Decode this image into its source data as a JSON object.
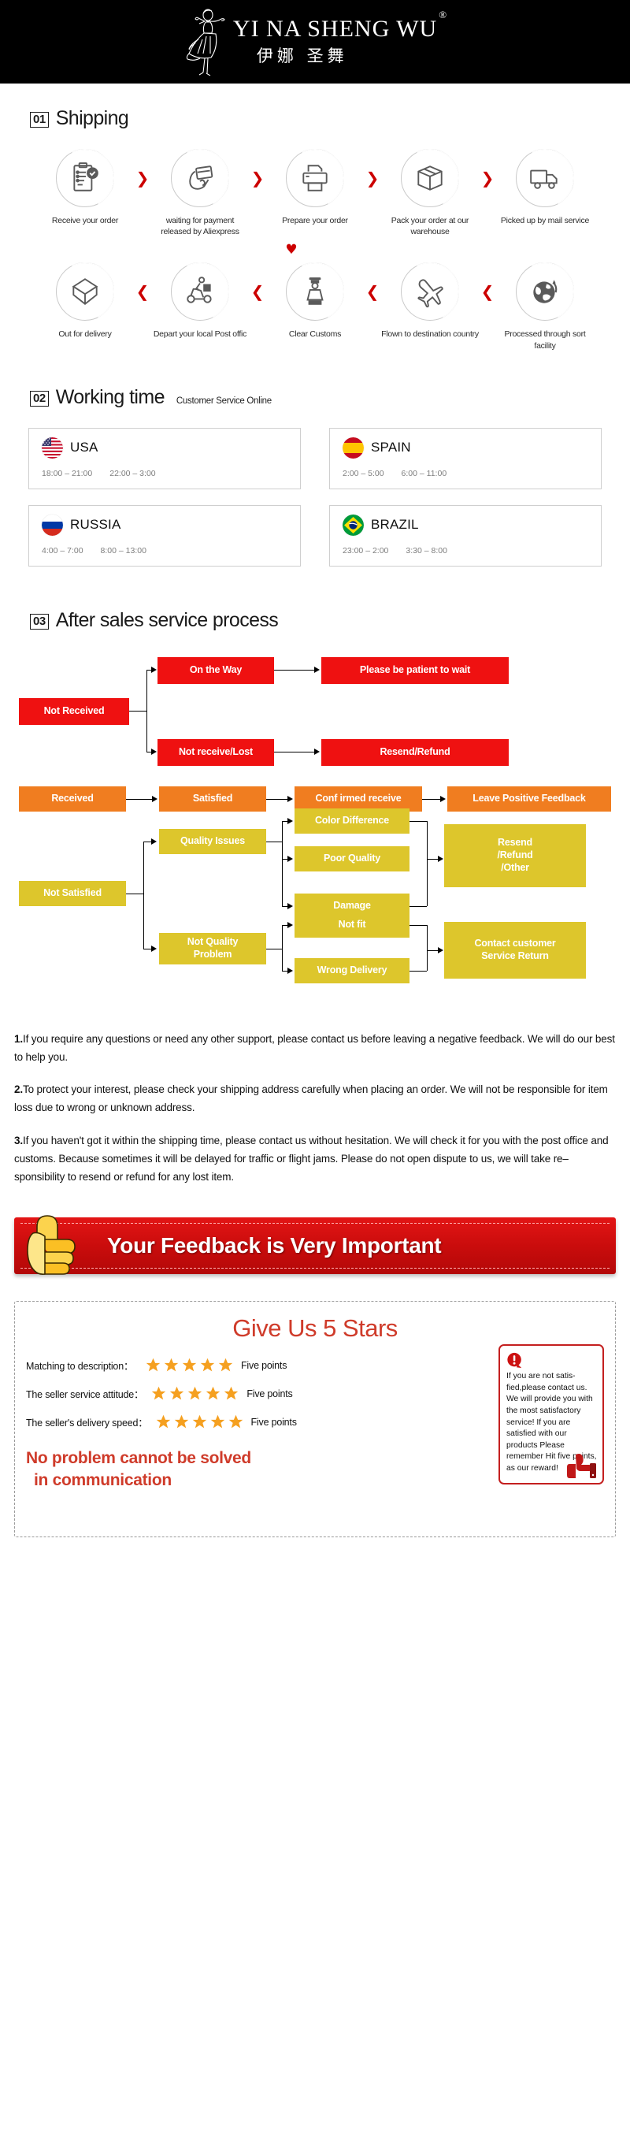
{
  "header": {
    "brand_en": "YI NA SHENG WU",
    "registered_mark": "®",
    "brand_cn": "伊娜 圣舞",
    "logo_icon": "dancing-woman-logo"
  },
  "shipping": {
    "number": "01",
    "title": "Shipping",
    "row1": [
      {
        "icon": "clipboard-check-icon",
        "label": "Receive your order"
      },
      {
        "icon": "hand-card-icon",
        "label": "waiting for payment released by Aliexpress"
      },
      {
        "icon": "printer-icon",
        "label": "Prepare your order"
      },
      {
        "icon": "box-package-icon",
        "label": "Pack your order at our warehouse"
      },
      {
        "icon": "truck-icon",
        "label": "Picked up by mail service"
      }
    ],
    "row2": [
      {
        "icon": "open-box-icon",
        "label": "Out for delivery"
      },
      {
        "icon": "scooter-courier-icon",
        "label": "Depart your local Post offic"
      },
      {
        "icon": "customs-officer-icon",
        "label": "Clear Customs"
      },
      {
        "icon": "airplane-icon",
        "label": "Flown to destination country"
      },
      {
        "icon": "globe-icon",
        "label": "Processed through sort facility"
      }
    ],
    "arrow_right": "❯",
    "arrow_left": "❮",
    "arrow_down": "♥",
    "arrow_color": "#cc0000"
  },
  "working_time": {
    "number": "02",
    "title": "Working time",
    "subtitle": "Customer Service Online",
    "cards": [
      {
        "flag": "flag-usa",
        "country": "USA",
        "hours": [
          "18:00 – 21:00",
          "22:00 – 3:00"
        ]
      },
      {
        "flag": "flag-spain",
        "country": "SPAIN",
        "hours": [
          "2:00 – 5:00",
          "6:00 – 11:00"
        ]
      },
      {
        "flag": "flag-russia",
        "country": "RUSSIA",
        "hours": [
          "4:00 – 7:00",
          "8:00 – 13:00"
        ]
      },
      {
        "flag": "flag-brazil",
        "country": "BRAZIL",
        "hours": [
          "23:00 – 2:00",
          "3:30 – 8:00"
        ]
      }
    ]
  },
  "after_sales": {
    "number": "03",
    "title": "After sales service process",
    "colors": {
      "red": "#ef1111",
      "orange": "#f07d20",
      "yellow": "#ddc62c"
    },
    "flow_red": {
      "root": "Not Received",
      "branch_top": "On the Way",
      "branch_top_result": "Please be patient to wait",
      "branch_bottom": "Not receive/Lost",
      "branch_bottom_result": "Resend/Refund"
    },
    "flow_orange": {
      "step1": "Received",
      "step2": "Satisfied",
      "step3": "Conf irmed receive",
      "step4": "Leave Positive Feedback"
    },
    "flow_yellow": {
      "root": "Not Satisfied",
      "quality_issues": "Quality Issues",
      "quality_children": [
        "Color Difference",
        "Poor Quality",
        "Damage"
      ],
      "quality_result": "Resend\n/Refund\n/Other",
      "quality_result_lines": [
        "Resend",
        "/Refund",
        "/Other"
      ],
      "not_quality": "Not Quality Problem",
      "not_quality_lines": [
        "Not Quality",
        "Problem"
      ],
      "not_quality_children": [
        "Not fit",
        "Wrong Delivery"
      ],
      "not_quality_result_lines": [
        "Contact customer",
        "Service Return"
      ]
    }
  },
  "notes": [
    {
      "num": "1.",
      "text": "If you require any questions or need any other support, please contact us before leaving a negative feedback. We will do our best to help you."
    },
    {
      "num": "2.",
      "text": "To protect your interest, please check your shipping address carefully when placing an order. We will not be responsible for item loss due to wrong or unknown address."
    },
    {
      "num": "3.",
      "text": "If you haven't got it within the shipping time, please contact us without hesitation. We will check it for you with the post office and customs. Because sometimes it will be delayed for traffic or flight jams. Please do not open dispute to us, we will take re–sponsibility to resend or refund for any lost item."
    }
  ],
  "feedback_banner": {
    "text": "Your Feedback is Very Important",
    "icon": "thumbs-up-icon",
    "background": "#cc0d0d"
  },
  "stars_section": {
    "title": "Give Us 5 Stars",
    "title_color": "#cf3b2a",
    "star_icon": "star-icon",
    "star_count": 5,
    "rows": [
      {
        "label": "Matching to description：",
        "points": "Five points"
      },
      {
        "label": "The seller service attitude：",
        "points": "Five points"
      },
      {
        "label": "The seller's delivery speed：",
        "points": "Five points"
      }
    ],
    "slogan_lines": [
      "No problem cannot be solved",
      "in communication"
    ],
    "warning": {
      "icon": "exclamation-bubble-icon",
      "thumb_icon": "thumbs-up-red-icon",
      "text": "If you are not satis-fied,please contact us. We will provide you with the most satisfactory service! If you are satisfied with our products Please remember Hit five points, as our reward!"
    }
  }
}
